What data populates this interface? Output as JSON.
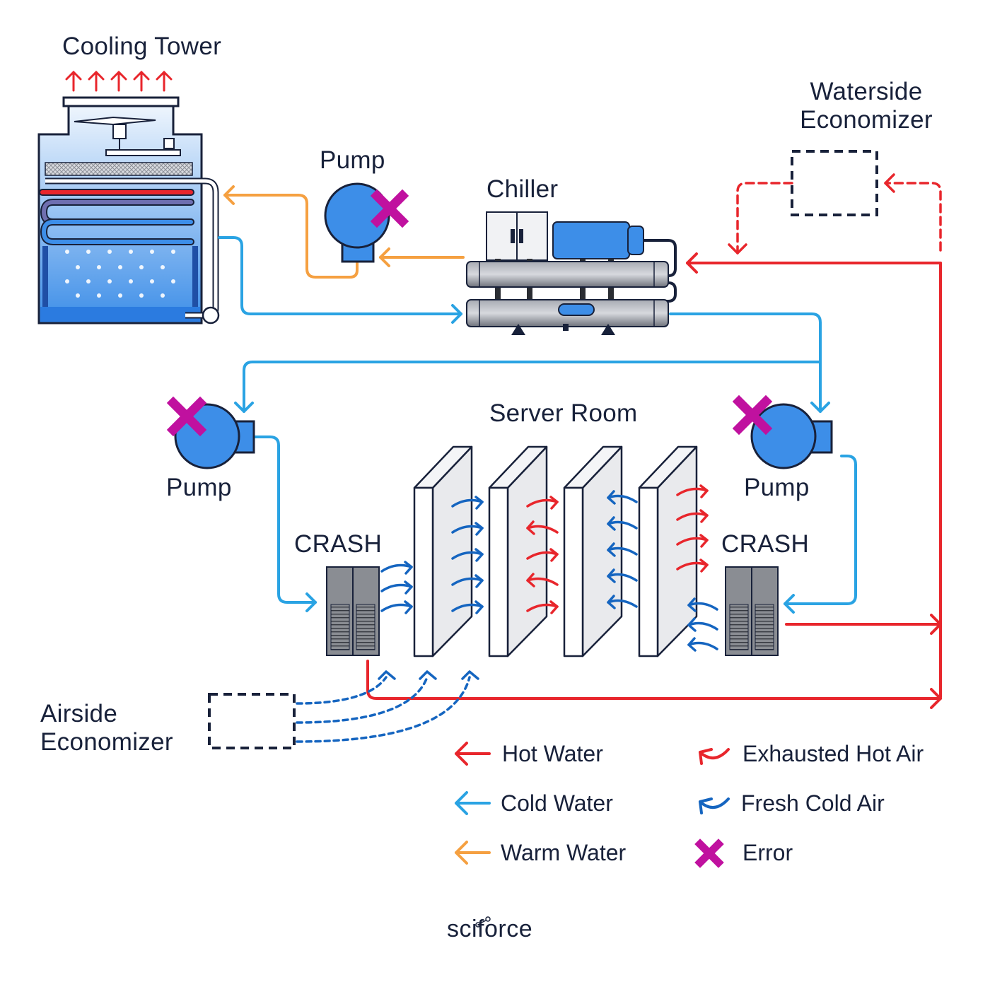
{
  "labels": {
    "cooling_tower": "Cooling Tower",
    "waterside_economizer_line1": "Waterside",
    "waterside_economizer_line2": "Economizer",
    "pump_top": "Pump",
    "chiller": "Chiller",
    "server_room": "Server Room",
    "pump_left": "Pump",
    "pump_right": "Pump",
    "crash_left": "CRASH",
    "crash_right": "CRASH",
    "airside_economizer_line1": "Airside",
    "airside_economizer_line2": "Economizer"
  },
  "legend": [
    {
      "label": "Hot Water",
      "icon": "arrow-left-icon",
      "color": "#e8262c"
    },
    {
      "label": "Cold Water",
      "icon": "arrow-left-icon",
      "color": "#2aa3e3"
    },
    {
      "label": "Warm Water",
      "icon": "arrow-left-icon",
      "color": "#f5a041"
    },
    {
      "label": "Exhausted Hot Air",
      "icon": "curved-arrow-icon",
      "color": "#e8262c"
    },
    {
      "label": "Fresh Cold Air",
      "icon": "curved-arrow-icon",
      "color": "#1565c0"
    },
    {
      "label": "Error",
      "icon": "x-mark-icon",
      "color": "#c0119f"
    }
  ],
  "brand": "sciforce",
  "colors": {
    "hot_water": "#e8262c",
    "cold_water": "#2aa3e3",
    "warm_water": "#f5a041",
    "cold_air": "#1565c0",
    "error": "#c0119f",
    "pump_blue": "#3d8ee8",
    "outline": "#18213a"
  }
}
